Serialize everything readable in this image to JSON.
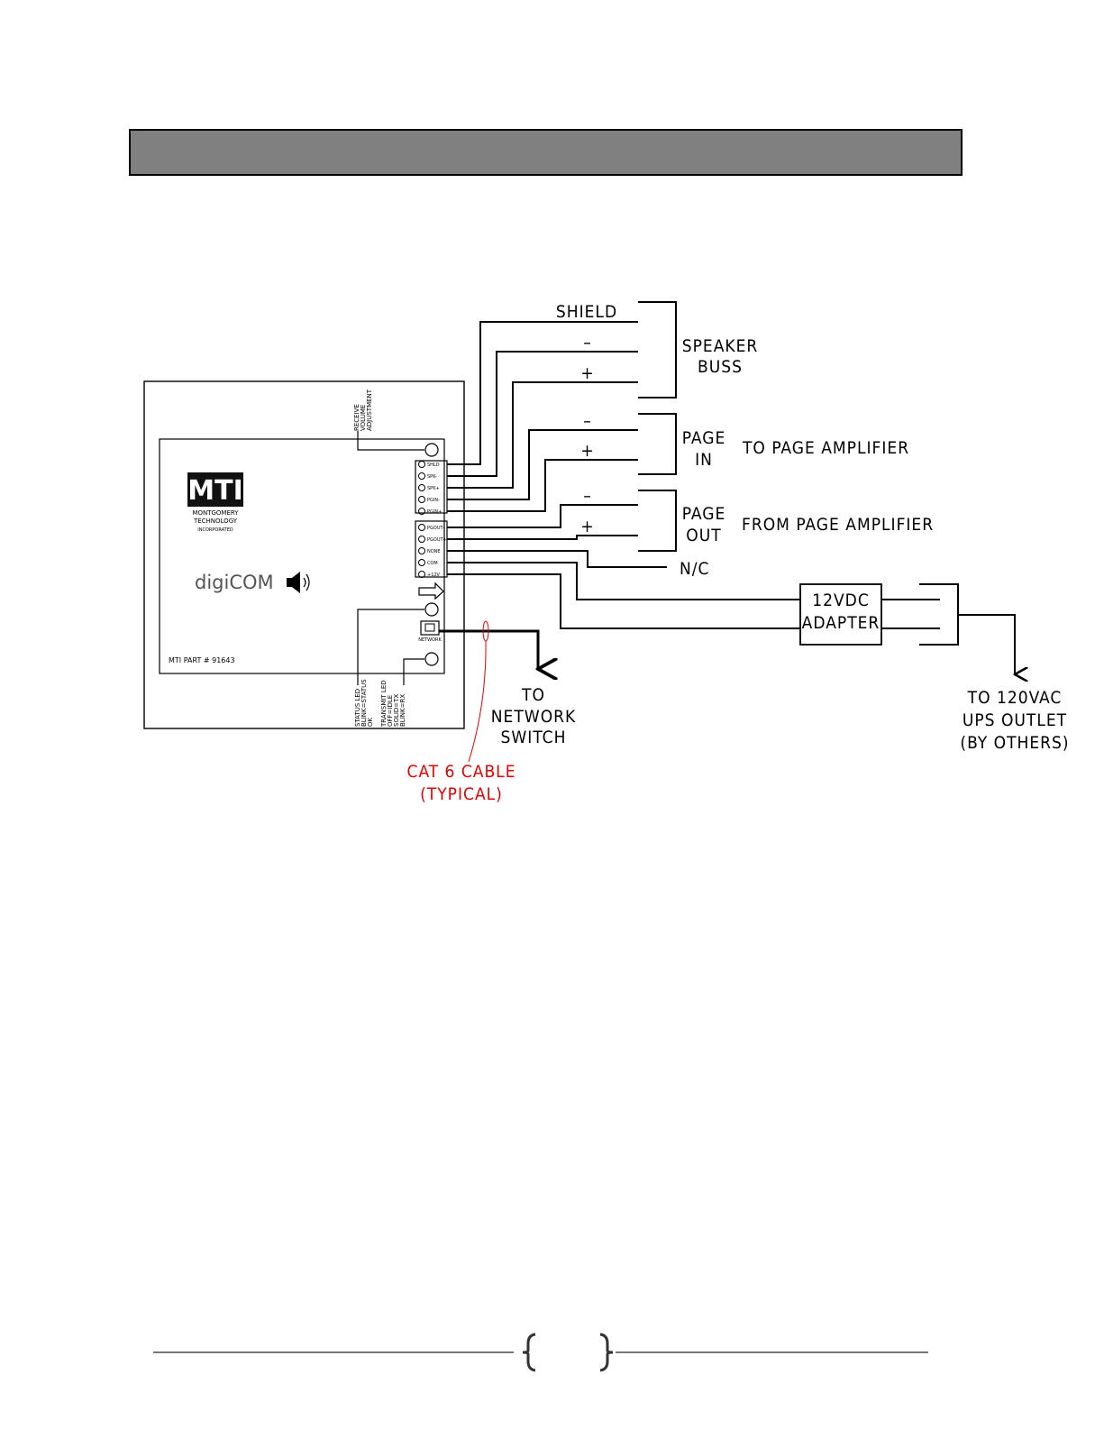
{
  "labels": {
    "shield": "SHIELD",
    "minus": "–",
    "plus": "+",
    "speaker_l1": "SPEAKER",
    "speaker_l2": "BUSS",
    "page_in_l1": "PAGE",
    "page_in_l2": "IN",
    "to_page_amp": "TO PAGE AMPLIFIER",
    "page_out_l1": "PAGE",
    "page_out_l2": "OUT",
    "from_page_amp": "FROM PAGE AMPLIFIER",
    "nc": "N/C",
    "adapter_l1": "12VDC",
    "adapter_l2": "ADAPTER",
    "net_l1": "TO",
    "net_l2": "NETWORK",
    "net_l3": "SWITCH",
    "ac_l1": "TO 120VAC",
    "ac_l2": "UPS OUTLET",
    "ac_l3": "(BY OTHERS)",
    "cat_l1": "CAT 6 CABLE",
    "cat_l2": "(TYPICAL)"
  },
  "device": {
    "brand": "MTI",
    "company_l1": "MONTGOMERY",
    "company_l2": "TECHNOLOGY",
    "company_l3": "INCORPORATED",
    "product": "digiCOM",
    "part_number": "MTI PART # 91643",
    "volume_l1": "RECEIVE",
    "volume_l2": "VOLUME",
    "volume_l3": "ADJUSTMENT",
    "status_l1": "STATUS LED",
    "status_l2": "BLINK=STATUS",
    "status_l3": "OK",
    "tx_l1": "TRANSMIT LED",
    "tx_l2": "OFF=IDLE",
    "tx_l3": "SOLID=TX",
    "tx_l4": "BLINK=RX",
    "network_label": "NETWORK"
  },
  "terminals": [
    "SHLD",
    "SPK-",
    "SPK+",
    "PGIN-",
    "PGIN+",
    "PGOUT-",
    "PGOUT+",
    "NONE",
    "COM",
    "+12V"
  ],
  "colors": {
    "title_bar": "#808080",
    "annotation": "#e60000"
  }
}
